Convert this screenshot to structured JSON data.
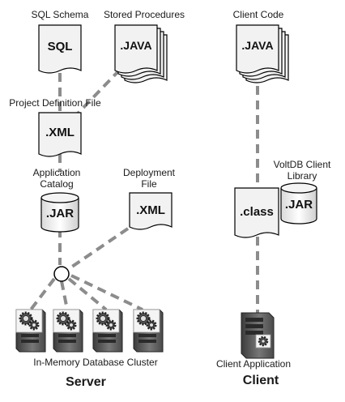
{
  "labels": {
    "sql_schema": "SQL Schema",
    "stored_procedures": "Stored Procedures",
    "client_code": "Client Code",
    "project_definition_file": "Project Definition File",
    "application_catalog_line1": "Application",
    "application_catalog_line2": "Catalog",
    "deployment_file_line1": "Deployment",
    "deployment_file_line2": "File",
    "voltdb_client_library_line1": "VoltDB Client",
    "voltdb_client_library_line2": "Library",
    "in_memory_cluster": "In-Memory Database Cluster",
    "client_application": "Client Application",
    "server": "Server",
    "client": "Client"
  },
  "files": {
    "sql": "SQL",
    "java_procedures": ".JAVA",
    "java_client": ".JAVA",
    "project_xml": ".XML",
    "catalog_jar": ".JAR",
    "deployment_xml": ".XML",
    "client_class": ".class",
    "client_jar": ".JAR"
  },
  "colors": {
    "connector": "#8c8c8c",
    "document_fill": "#f2f2f2",
    "server_body": "#6e6e6e",
    "server_front": "#4a4a4a"
  },
  "icons": [
    "server-icon",
    "gear-icon"
  ]
}
